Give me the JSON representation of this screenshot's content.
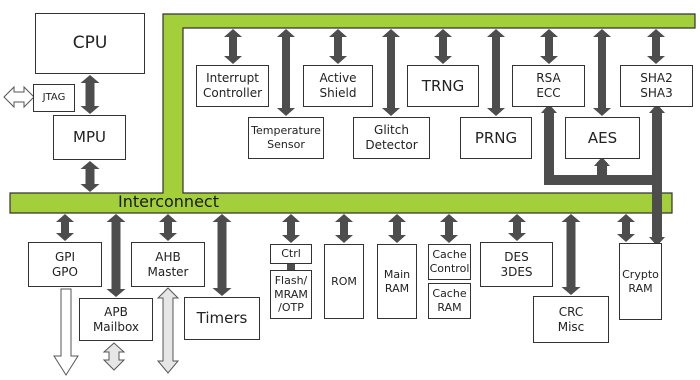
{
  "colors": {
    "bus": "#a2cf3a",
    "arrow": "#4d4d4d",
    "block_border": "#333333",
    "hollow_arrow": "#e0e0e0"
  },
  "bus_label": "Interconnect",
  "blocks": {
    "cpu": "CPU",
    "jtag": "JTAG",
    "mpu": "MPU",
    "interrupt_controller": "Interrupt\nController",
    "temperature_sensor": "Temperature\nSensor",
    "active_shield": "Active\nShield",
    "glitch_detector": "Glitch\nDetector",
    "trng": "TRNG",
    "prng": "PRNG",
    "rsa_ecc": "RSA\nECC",
    "aes": "AES",
    "sha": "SHA2\nSHA3",
    "gpi_gpo": "GPI\nGPO",
    "apb_mailbox": "APB\nMailbox",
    "ahb_master": "AHB\nMaster",
    "timers": "Timers",
    "ctrl": "Ctrl",
    "flash_mram_otp": "Flash/\nMRAM\n/OTP",
    "rom": "ROM",
    "main_ram": "Main\nRAM",
    "cache_control": "Cache\nControl",
    "cache_ram": "Cache\nRAM",
    "des": "DES\n3DES",
    "crc": "CRC\nMisc",
    "crypto_ram": "Crypto\nRAM"
  }
}
